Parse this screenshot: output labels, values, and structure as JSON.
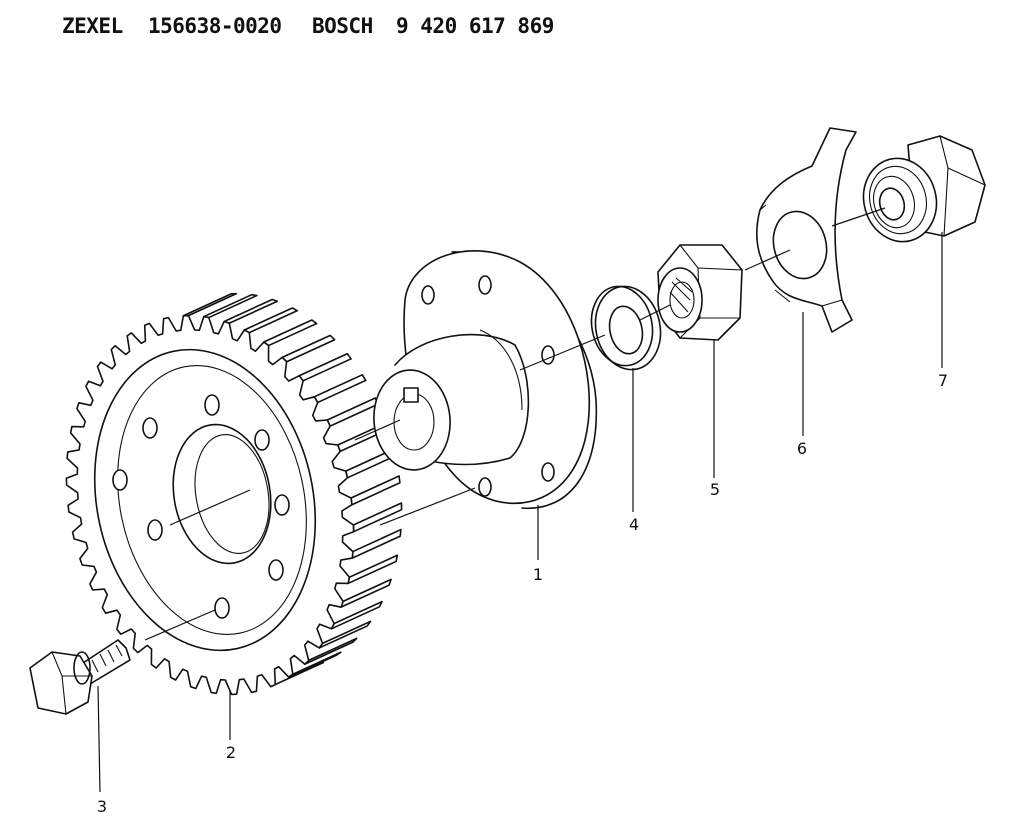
{
  "header": {
    "brand1": "ZEXEL",
    "part1": "156638-0020",
    "brand2": "BOSCH",
    "part2": "9 420 617 869"
  },
  "callouts": [
    {
      "id": "1",
      "label": "1"
    },
    {
      "id": "2",
      "label": "2"
    },
    {
      "id": "3",
      "label": "3"
    },
    {
      "id": "4",
      "label": "4"
    },
    {
      "id": "5",
      "label": "5"
    },
    {
      "id": "6",
      "label": "6"
    },
    {
      "id": "7",
      "label": "7"
    }
  ]
}
